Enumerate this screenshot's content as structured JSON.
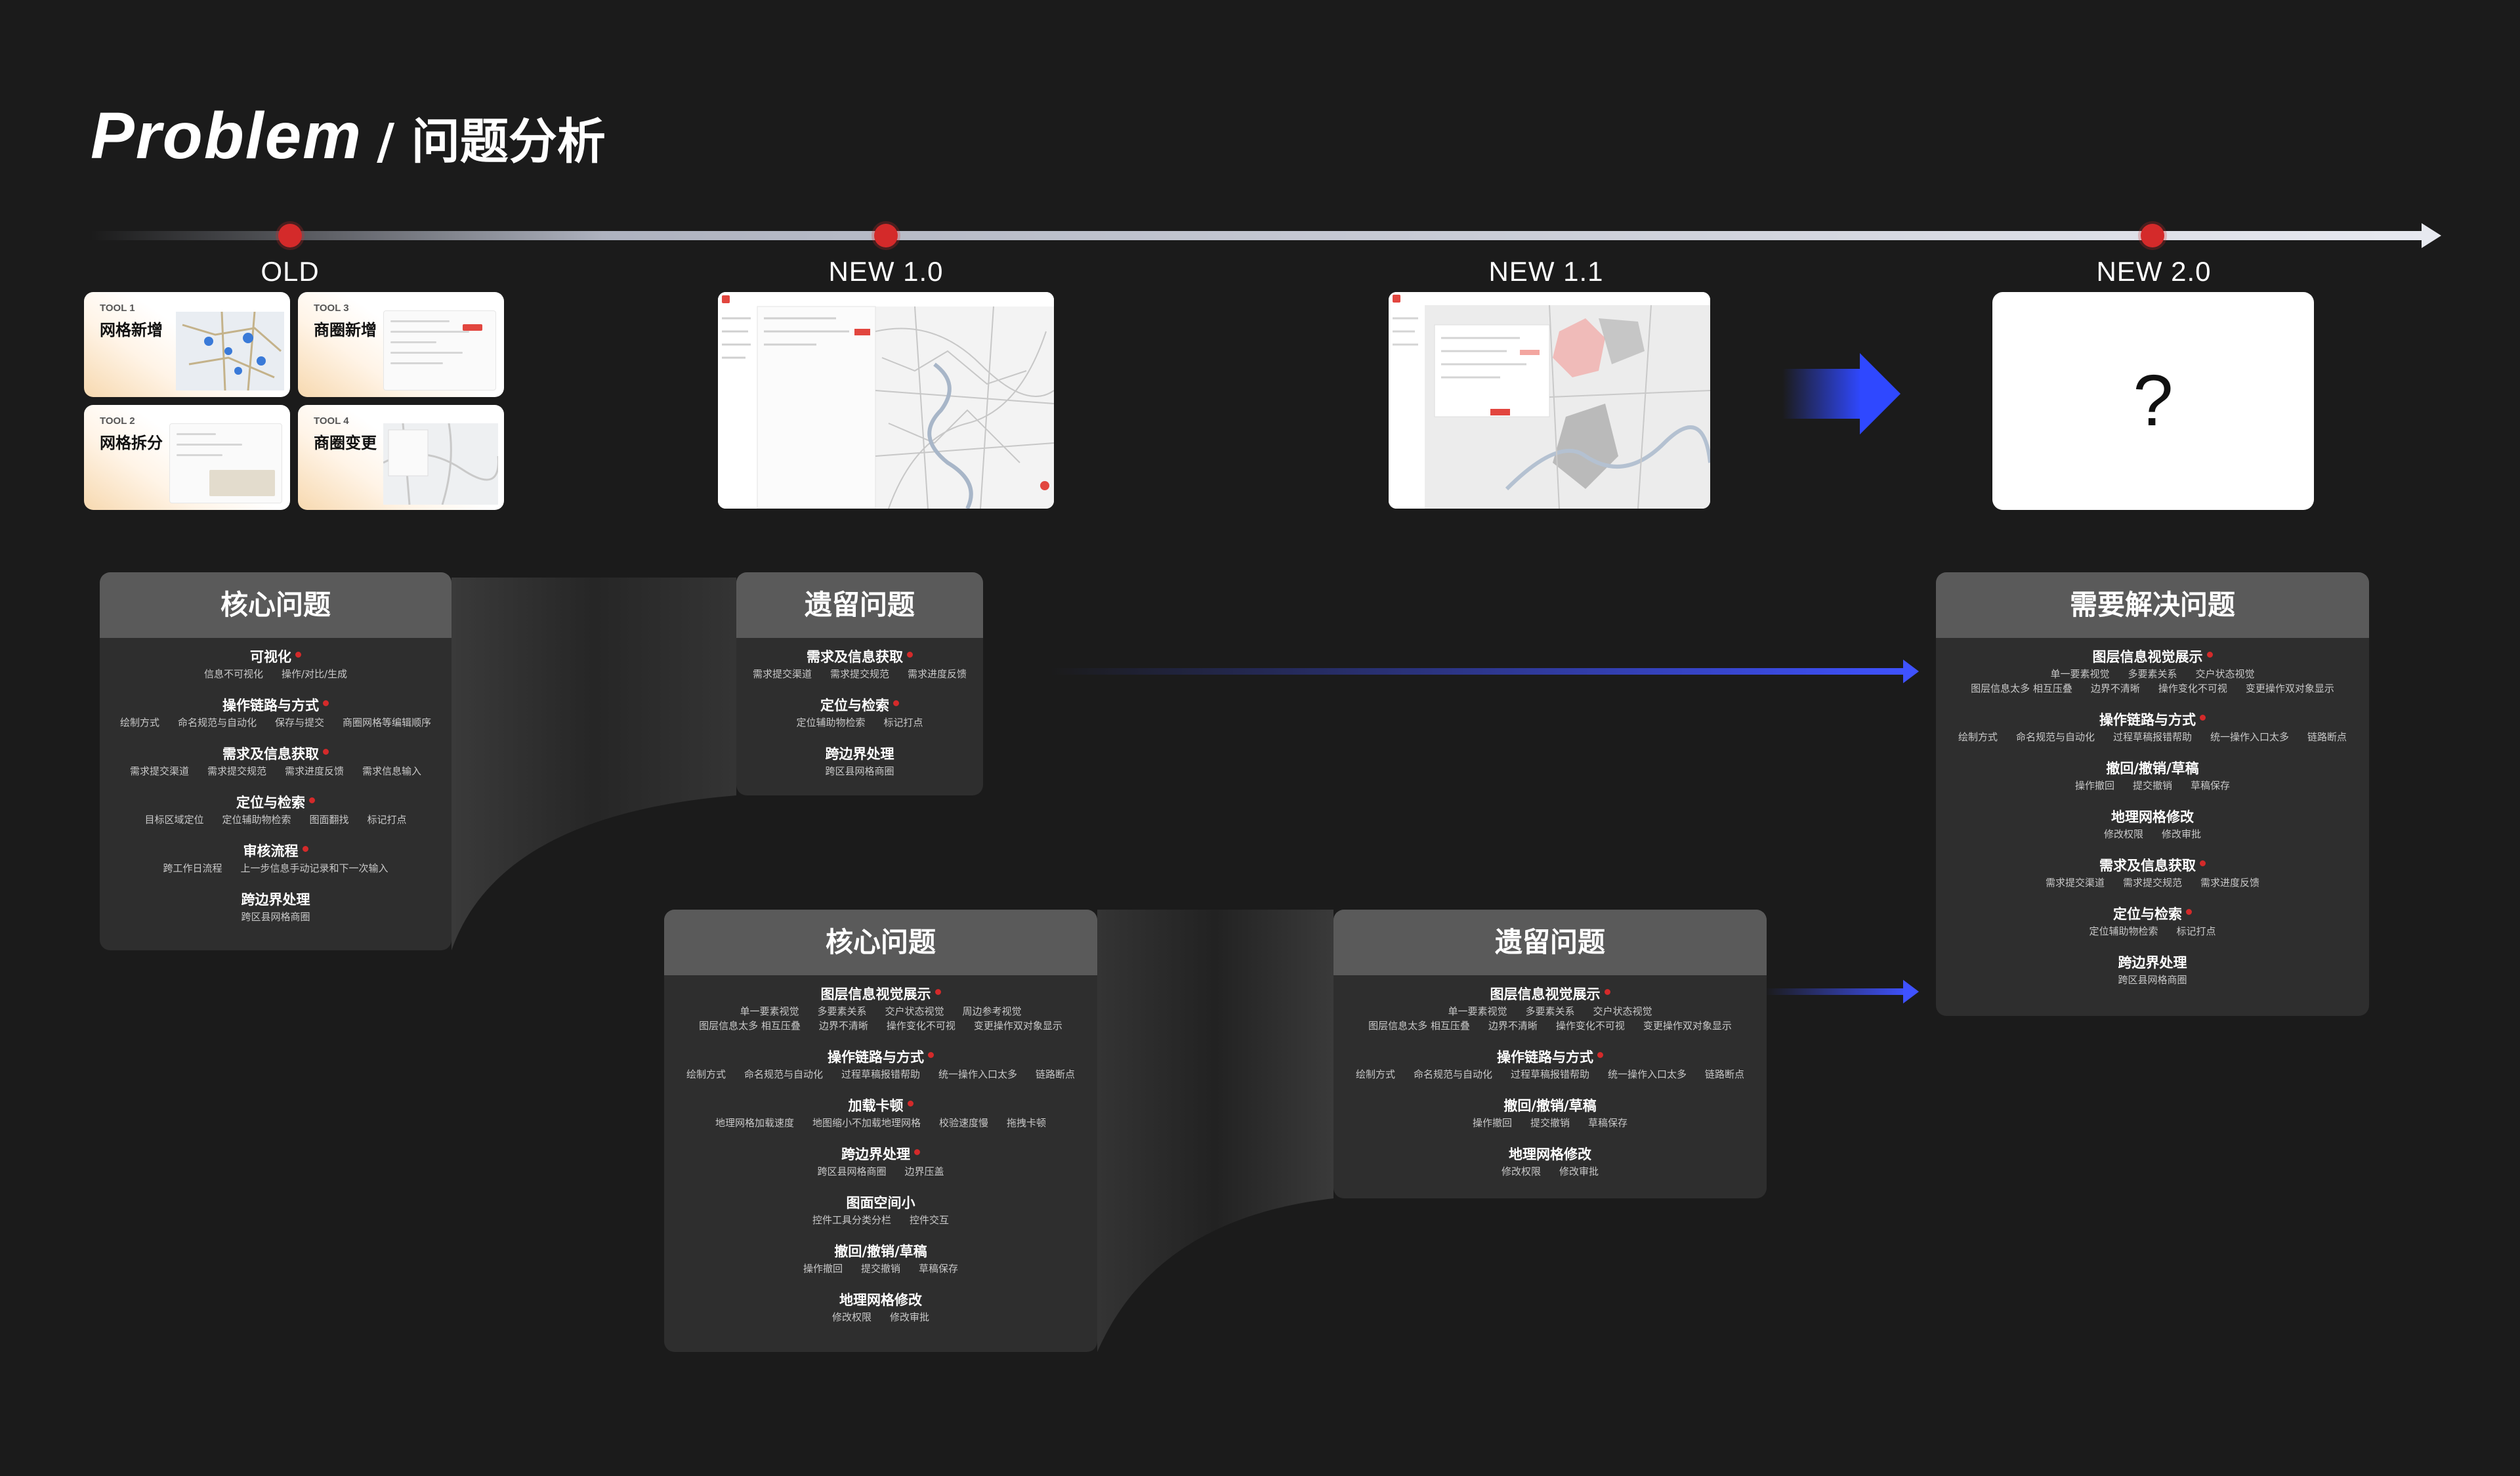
{
  "title": {
    "en": "Problem",
    "zh": "/ 问题分析"
  },
  "stages": {
    "old": "OLD",
    "new10": "NEW 1.0",
    "new11": "NEW 1.1",
    "new20": "NEW 2.0"
  },
  "tools": [
    {
      "tag": "TOOL 1",
      "name": "网格新增"
    },
    {
      "tag": "TOOL 3",
      "name": "商圈新增"
    },
    {
      "tag": "TOOL 2",
      "name": "网格拆分"
    },
    {
      "tag": "TOOL 4",
      "name": "商圈变更"
    }
  ],
  "new20_placeholder": "?",
  "colors": {
    "accent_red": "#d42a2a",
    "arrow_blue": "#3f52ff",
    "panel_header": "#5a5a5a",
    "panel_body": "#2e2e2e",
    "background": "#1b1b1b"
  },
  "panels": {
    "old_core": {
      "title": "核心问题",
      "items": [
        {
          "title": "可视化",
          "flag": true,
          "subs": [
            "信息不可视化",
            "操作/对比/生成"
          ]
        },
        {
          "title": "操作链路与方式",
          "flag": true,
          "subs": [
            "绘制方式",
            "命名规范与自动化",
            "保存与提交",
            "商圈网格等编辑顺序"
          ]
        },
        {
          "title": "需求及信息获取",
          "flag": true,
          "subs": [
            "需求提交渠道",
            "需求提交规范",
            "需求进度反馈",
            "需求信息输入"
          ]
        },
        {
          "title": "定位与检索",
          "flag": true,
          "subs": [
            "目标区域定位",
            "定位辅助物检索",
            "图面翻找",
            "标记打点"
          ]
        },
        {
          "title": "审核流程",
          "flag": true,
          "subs": [
            "跨工作日流程",
            "上一步信息手动记录和下一次输入"
          ]
        },
        {
          "title": "跨边界处理",
          "flag": false,
          "subs": [
            "跨区县网格商圈"
          ]
        }
      ]
    },
    "old_legacy": {
      "title": "遗留问题",
      "items": [
        {
          "title": "需求及信息获取",
          "flag": true,
          "subs": [
            "需求提交渠道",
            "需求提交规范",
            "需求进度反馈"
          ]
        },
        {
          "title": "定位与检索",
          "flag": true,
          "subs": [
            "定位辅助物检索",
            "标记打点"
          ]
        },
        {
          "title": "跨边界处理",
          "flag": false,
          "subs": [
            "跨区县网格商圈"
          ]
        }
      ]
    },
    "new_core": {
      "title": "核心问题",
      "items": [
        {
          "title": "图层信息视觉展示",
          "flag": true,
          "subs": [
            "单一要素视觉",
            "多要素关系",
            "交户状态视觉",
            "周边参考视觉"
          ],
          "subs2": [
            "图层信息太多 相互压叠",
            "边界不清晰",
            "操作变化不可视",
            "变更操作双对象显示"
          ]
        },
        {
          "title": "操作链路与方式",
          "flag": true,
          "subs": [
            "绘制方式",
            "命名规范与自动化",
            "过程草稿报错帮助",
            "统一操作入口太多",
            "链路断点"
          ]
        },
        {
          "title": "加载卡顿",
          "flag": true,
          "subs": [
            "地理网格加载速度",
            "地图缩小不加载地理网格",
            "校验速度慢",
            "拖拽卡顿"
          ]
        },
        {
          "title": "跨边界处理",
          "flag": true,
          "subs": [
            "跨区县网格商圈",
            "边界压盖"
          ]
        },
        {
          "title": "图面空间小",
          "flag": false,
          "subs": [
            "控件工具分类分栏",
            "控件交互"
          ]
        },
        {
          "title": "撤回/撤销/草稿",
          "flag": false,
          "subs": [
            "操作撤回",
            "提交撤销",
            "草稿保存"
          ]
        },
        {
          "title": "地理网格修改",
          "flag": false,
          "subs": [
            "修改权限",
            "修改审批"
          ]
        }
      ]
    },
    "new_legacy": {
      "title": "遗留问题",
      "items": [
        {
          "title": "图层信息视觉展示",
          "flag": true,
          "subs": [
            "单一要素视觉",
            "多要素关系",
            "交户状态视觉"
          ],
          "subs2": [
            "图层信息太多 相互压叠",
            "边界不清晰",
            "操作变化不可视",
            "变更操作双对象显示"
          ]
        },
        {
          "title": "操作链路与方式",
          "flag": true,
          "subs": [
            "绘制方式",
            "命名规范与自动化",
            "过程草稿报错帮助",
            "统一操作入口太多",
            "链路断点"
          ]
        },
        {
          "title": "撤回/撤销/草稿",
          "flag": false,
          "subs": [
            "操作撤回",
            "提交撤销",
            "草稿保存"
          ]
        },
        {
          "title": "地理网格修改",
          "flag": false,
          "subs": [
            "修改权限",
            "修改审批"
          ]
        }
      ]
    },
    "to_solve": {
      "title": "需要解决问题",
      "items": [
        {
          "title": "图层信息视觉展示",
          "flag": true,
          "subs": [
            "单一要素视觉",
            "多要素关系",
            "交户状态视觉"
          ],
          "subs2": [
            "图层信息太多 相互压叠",
            "边界不清晰",
            "操作变化不可视",
            "变更操作双对象显示"
          ]
        },
        {
          "title": "操作链路与方式",
          "flag": true,
          "subs": [
            "绘制方式",
            "命名规范与自动化",
            "过程草稿报错帮助",
            "统一操作入口太多",
            "链路断点"
          ]
        },
        {
          "title": "撤回/撤销/草稿",
          "flag": false,
          "subs": [
            "操作撤回",
            "提交撤销",
            "草稿保存"
          ]
        },
        {
          "title": "地理网格修改",
          "flag": false,
          "subs": [
            "修改权限",
            "修改审批"
          ]
        },
        {
          "title": "需求及信息获取",
          "flag": true,
          "subs": [
            "需求提交渠道",
            "需求提交规范",
            "需求进度反馈"
          ]
        },
        {
          "title": "定位与检索",
          "flag": true,
          "subs": [
            "定位辅助物检索",
            "标记打点"
          ]
        },
        {
          "title": "跨边界处理",
          "flag": false,
          "subs": [
            "跨区县网格商圈"
          ]
        }
      ]
    }
  }
}
